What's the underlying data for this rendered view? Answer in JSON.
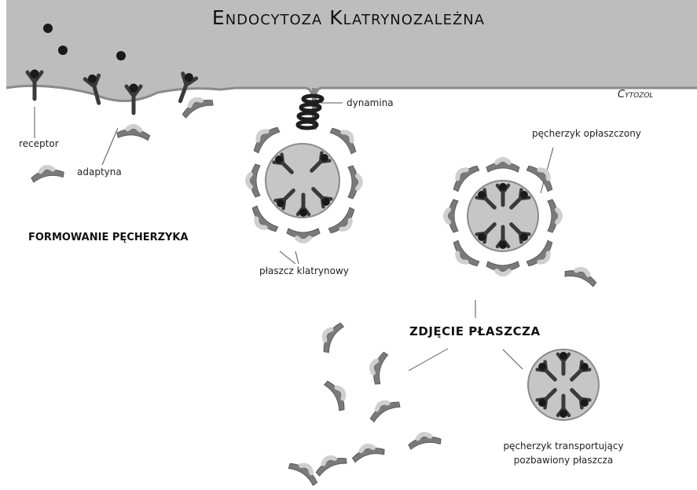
{
  "title": "Endocytoza Klatrynozależna",
  "cytosol_label": "Cytozol",
  "labels": {
    "receptor": "receptor",
    "adaptin": "adaptyna",
    "dynamin": "dynamina",
    "coated_vesicle": "pęcherzyk opłaszczony",
    "clathrin_coat": "płaszcz klatrynowy",
    "transport_vesicle_line1": "pęcherzyk transportujący",
    "transport_vesicle_line2": "pozbawiony płaszcza"
  },
  "stages": {
    "vesicle_formation": "FORMOWANIE PĘCHERZYKA",
    "coat_removal": "ZDJĘCIE PŁASZCZA"
  },
  "colors": {
    "extracellular": "#bdbdbd",
    "membrane": "#8a8a8a",
    "clathrin": "#7a7a7a",
    "adaptin": "#cfcfcf",
    "receptor": "#3c3c3c",
    "ligand": "#1a1a1a",
    "vesicle_fill": "#c6c6c6"
  }
}
